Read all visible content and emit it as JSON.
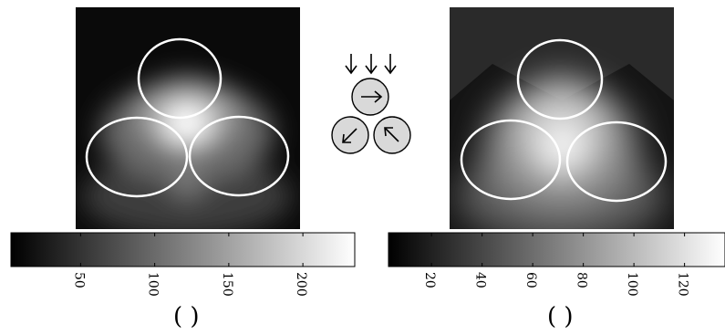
{
  "figure": {
    "panels": [
      {
        "id": "left",
        "label": "( )",
        "colorbar": {
          "ticks": [
            "50",
            "100",
            "150",
            "200"
          ],
          "tick_values": [
            50,
            100,
            150,
            200
          ],
          "range": [
            3,
            235
          ]
        }
      },
      {
        "id": "right",
        "label": "( )",
        "colorbar": {
          "ticks": [
            "20",
            "40",
            "60",
            "80",
            "100",
            "120"
          ],
          "tick_values": [
            20,
            40,
            60,
            80,
            100,
            120
          ],
          "range": [
            3,
            136
          ]
        }
      }
    ],
    "rotation_schematic": {
      "incoming_flow": [
        "down-arrow",
        "down-arrow",
        "down-arrow"
      ],
      "cylinders": [
        {
          "position": "top",
          "rotation_arrow": "right-arrow"
        },
        {
          "position": "bottom-left",
          "rotation_arrow": "down-left-arrow"
        },
        {
          "position": "bottom-right",
          "rotation_arrow": "up-left-arrow"
        }
      ],
      "cylinder_fill": "#d9d9d9"
    }
  }
}
